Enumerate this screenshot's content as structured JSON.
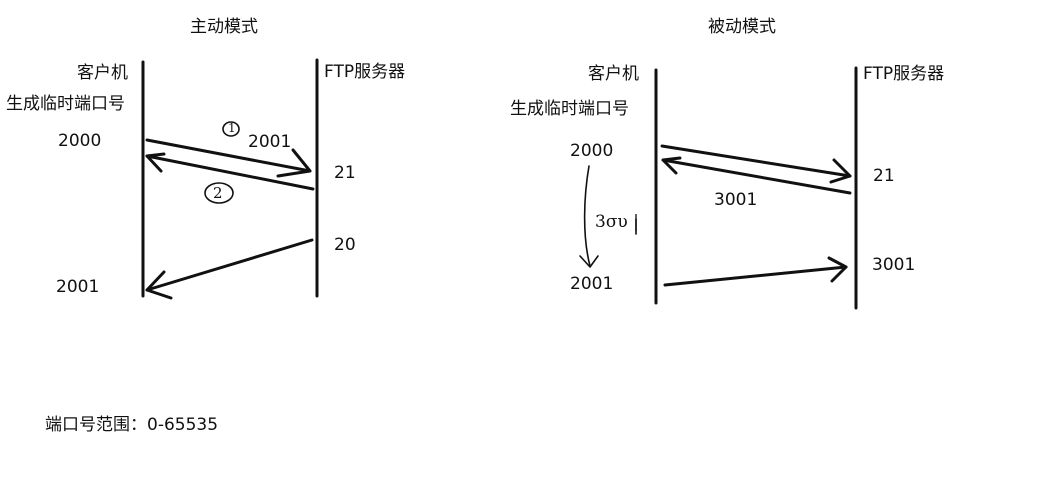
{
  "active_mode": {
    "title": "主动模式",
    "client_label": "客户机",
    "temp_port_label": "生成临时端口号",
    "server_label": "FTP服务器",
    "client_port_control": "2000",
    "client_port_data": "2001",
    "port_sent": "2001",
    "server_port_control": "21",
    "server_port_data": "20",
    "step1_mark": "1",
    "step2_mark": "2"
  },
  "passive_mode": {
    "title": "被动模式",
    "client_label": "客户机",
    "temp_port_label": "生成临时端口号",
    "server_label": "FTP服务器",
    "client_port_control": "2000",
    "client_port_data": "2001",
    "port_returned": "3001",
    "server_port_control": "21",
    "server_port_data": "3001",
    "handwritten_note": "3συ |"
  },
  "footer": {
    "port_range": "端口号范围：0-65535"
  }
}
